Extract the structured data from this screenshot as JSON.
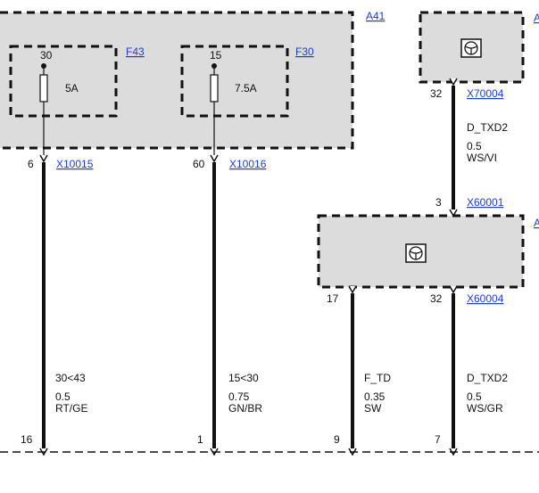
{
  "module_a41": {
    "ref": "A41",
    "fuse_f43": {
      "ref": "F43",
      "terminal": "30",
      "rating": "5A"
    },
    "fuse_f30": {
      "ref": "F30",
      "terminal": "15",
      "rating": "7.5A"
    }
  },
  "module_top_right": {
    "ref": "A",
    "pin": "32",
    "connector": "X70004"
  },
  "module_mid_right": {
    "ref": "A",
    "pin_top": "3",
    "connector_top": "X60001",
    "pin_left": "17",
    "pin_right": "32",
    "connector_bottom": "X60004"
  },
  "conn_x10015": {
    "pin": "6",
    "ref": "X10015"
  },
  "conn_x10016": {
    "pin": "60",
    "ref": "X10016"
  },
  "wire_top_dtxd2": {
    "signal": "D_TXD2",
    "gauge": "0.5",
    "color": "WS/VI"
  },
  "wire_1": {
    "signal": "30<43",
    "gauge": "0.5",
    "color": "RT/GE",
    "pin_bottom": "16"
  },
  "wire_2": {
    "signal": "15<30",
    "gauge": "0.75",
    "color": "GN/BR",
    "pin_bottom": "1"
  },
  "wire_3": {
    "signal": "F_TD",
    "gauge": "0.35",
    "color": "SW",
    "pin_bottom": "9"
  },
  "wire_4": {
    "signal": "D_TXD2",
    "gauge": "0.5",
    "color": "WS/GR",
    "pin_bottom": "7"
  }
}
